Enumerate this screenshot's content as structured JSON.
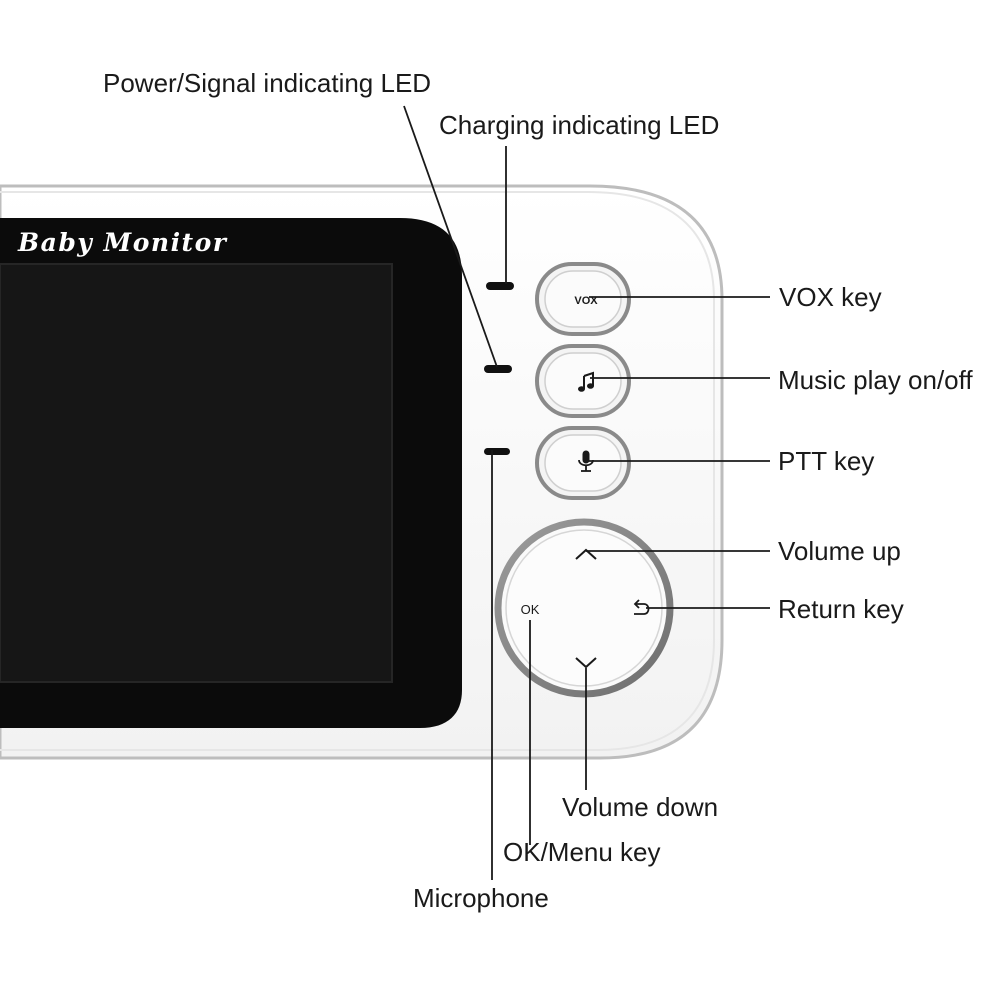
{
  "device": {
    "brand_text": "Baby Monitor",
    "vox_button_label": "VOX",
    "music_button_icon": "music-note-icon",
    "ptt_button_icon": "microphone-icon",
    "ok_label": "OK",
    "up_icon": "chevron-up-icon",
    "down_icon": "chevron-down-icon",
    "return_icon": "return-arrow-icon"
  },
  "callouts": {
    "power_led": "Power/Signal indicating LED",
    "charging_led": "Charging indicating LED",
    "vox_key": "VOX key",
    "music_play": "Music play on/off",
    "ptt_key": "PTT key",
    "volume_up": "Volume up",
    "return_key": "Return key",
    "volume_down": "Volume down",
    "ok_menu": "OK/Menu key",
    "microphone": "Microphone"
  },
  "colors": {
    "body": "#ffffff",
    "outline": "#c8c8c8",
    "screen": "#141414",
    "bezel": "#0a0a0a",
    "button_ring": "#8a8a8a",
    "line": "#1a1a1a"
  }
}
